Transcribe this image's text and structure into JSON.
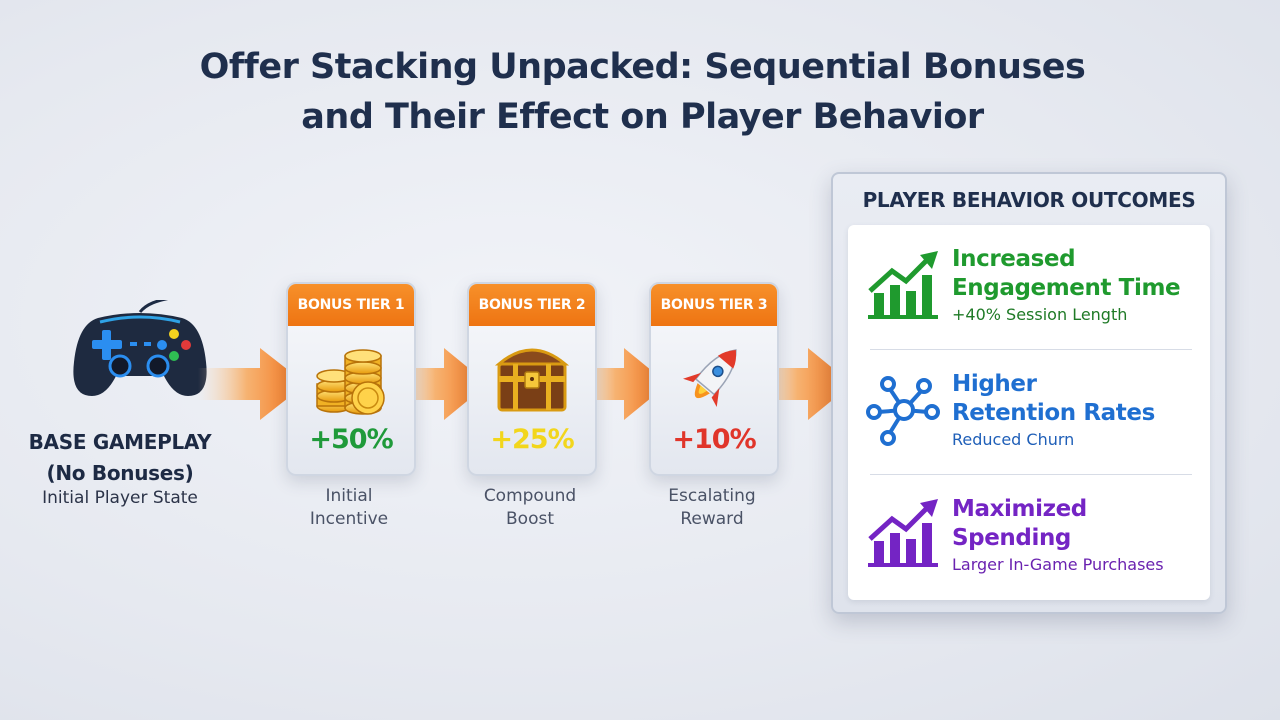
{
  "title": {
    "line1": "Offer Stacking Unpacked: Sequential Bonuses",
    "line2": "and Their Effect on Player Behavior"
  },
  "base": {
    "title_line1": "BASE GAMEPLAY",
    "title_line2": "(No Bonuses)",
    "subtitle": "Initial Player State",
    "icon": "game-controller-icon"
  },
  "tiers": [
    {
      "label": "BONUS TIER 1",
      "value": "+50%",
      "caption_line1": "Initial",
      "caption_line2": "Incentive",
      "icon": "gold-coins-icon",
      "value_color": "#1f9a3a"
    },
    {
      "label": "BONUS TIER 2",
      "value": "+25%",
      "caption_line1": "Compound",
      "caption_line2": "Boost",
      "icon": "treasure-chest-icon",
      "value_color": "#f2d61c"
    },
    {
      "label": "BONUS TIER 3",
      "value": "+10%",
      "caption_line1": "Escalating",
      "caption_line2": "Reward",
      "icon": "rocket-icon",
      "value_color": "#e0352a"
    }
  ],
  "outcomes": {
    "heading": "PLAYER BEHAVIOR OUTCOMES",
    "items": [
      {
        "title_line1": "Increased",
        "title_line2": "Engagement Time",
        "subtitle": "+40% Session Length",
        "icon": "growth-chart-icon",
        "color": "#1f9a2e"
      },
      {
        "title_line1": "Higher",
        "title_line2": "Retention Rates",
        "subtitle": "Reduced Churn",
        "icon": "network-nodes-icon",
        "color": "#1f6fd1"
      },
      {
        "title_line1": "Maximized",
        "title_line2": "Spending",
        "subtitle": "Larger In-Game Purchases",
        "icon": "growth-chart-icon",
        "color": "#7424c4"
      }
    ]
  },
  "colors": {
    "accent_orange": "#f07a14",
    "title_navy": "#1f2f4d"
  }
}
